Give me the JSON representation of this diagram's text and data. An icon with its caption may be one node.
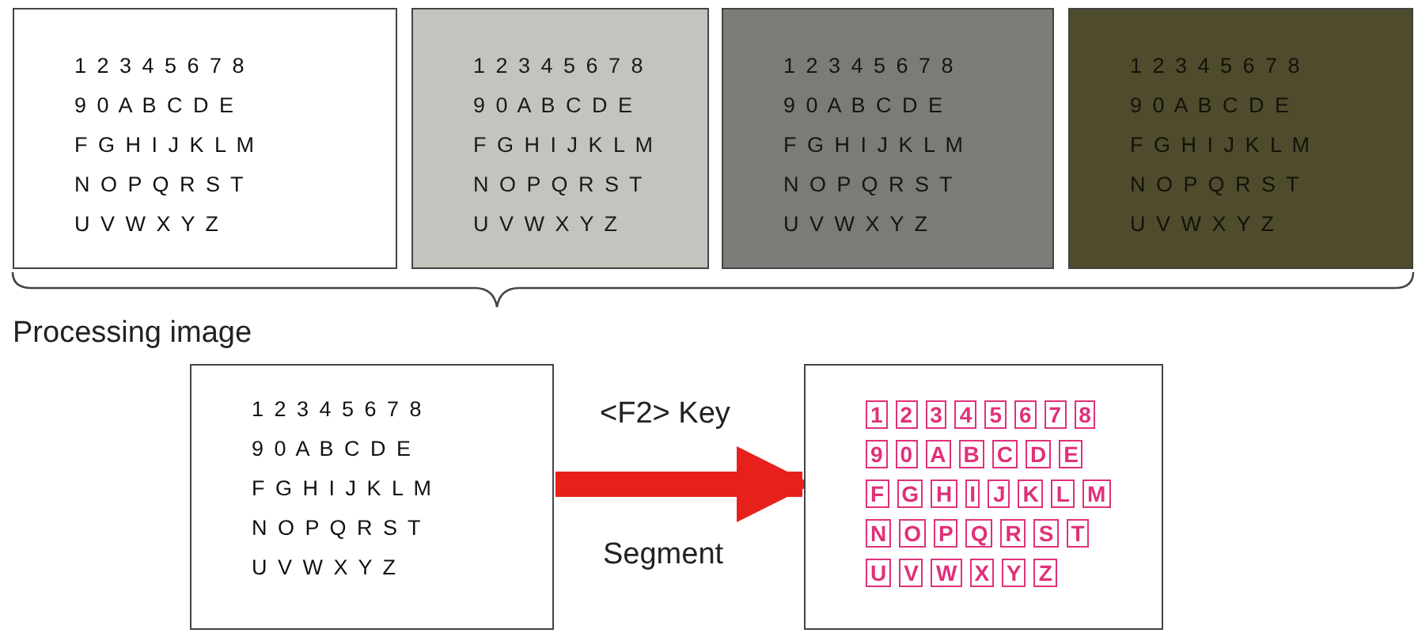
{
  "diagram": {
    "nodes": [
      {
        "text": [
          "1 2 3 4 5 6 7 8",
          "9 0 A B C D E",
          "F G H I J K L M",
          "N O P Q R S T",
          "U V W X Y Z"
        ]
      },
      {
        "text": [
          "1 2 3 4 5 6 7 8",
          "9 0 A B C D E",
          "F G H I J K L M",
          "N O P Q R S T",
          "U V W X Y Z"
        ]
      },
      {
        "text": [
          "1 2 3 4 5 6 7 8",
          "9 0 A B C D E",
          "F G H I J K L M",
          "N O P Q R S T",
          "U V W X Y Z"
        ]
      },
      {
        "text": [
          "1 2 3 4 5 6 7 8",
          "9 0 A B C D E",
          "F G H I J K L M",
          "N O P Q R S T",
          "U V W X Y Z"
        ]
      },
      {
        "text": [
          "1 2 3 4 5 6 7 8",
          "9 0 A B C D E",
          "F G H I J K L M",
          "N O P Q R S T",
          "U V W X Y Z"
        ]
      },
      {
        "text": [
          "1 2 3 4 5 6 7 8",
          "9 0 A B C D E",
          "F G H I J K L M",
          "N O P Q R S T",
          "U V W X Y Z"
        ]
      }
    ],
    "edges": [
      {
        "from": 4,
        "to": 5,
        "arrow": "to",
        "label": "<F2> Key"
      }
    ],
    "labels": [
      "Processing image",
      "Segment"
    ]
  }
}
